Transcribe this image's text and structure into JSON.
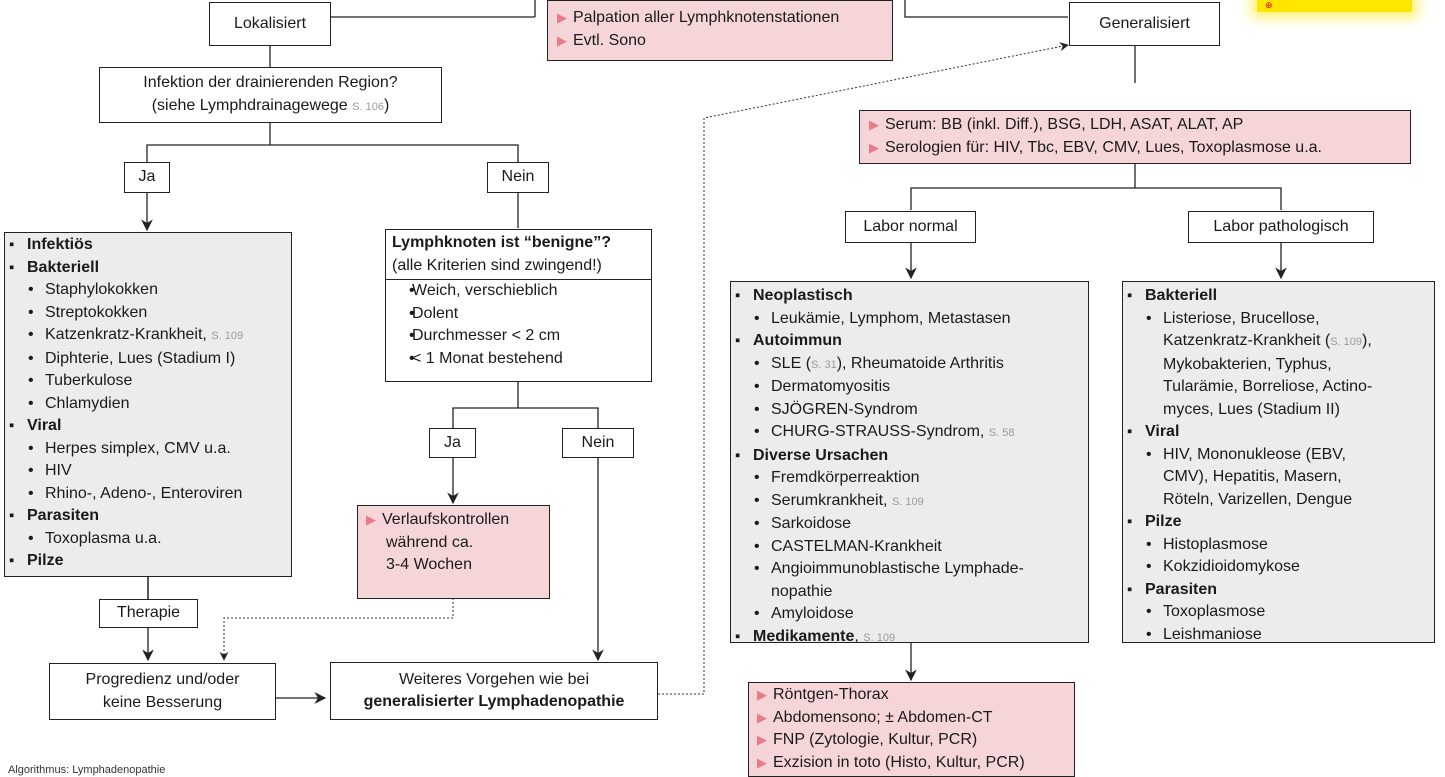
{
  "title_caption": "Algorithmus: Lymphadenopathie",
  "top": {
    "localized": "Lokalisiert",
    "generalized": "Generalisiert",
    "palpation": [
      "Palpation aller Lymphknotenstationen",
      "Evtl. Sono"
    ]
  },
  "left": {
    "question_line1": "Infektion der drainierenden Region?",
    "question_line2": "(siehe Lymphdrainagewege ",
    "question_ref": "S. 106",
    "question_end": ")",
    "ja": "Ja",
    "nein": "Nein",
    "infekt": {
      "h_infektioes": "Infektiös",
      "h_bakteriell": "Bakteriell",
      "bakt": [
        "Staphylokokken",
        "Streptokokken",
        "Katzenkratz-Krankheit, ",
        "Diphterie, Lues (Stadium I)",
        "Tuberkulose",
        "Chlamydien"
      ],
      "bakt_ref": "S. 109",
      "h_viral": "Viral",
      "viral": [
        "Herpes simplex, CMV u.a.",
        "HIV",
        "Rhino-, Adeno-, Enteroviren"
      ],
      "h_parasiten": "Parasiten",
      "parasiten": [
        "Toxoplasma u.a."
      ],
      "h_pilze": "Pilze"
    },
    "benigne": {
      "title": "Lymphknoten ist “benigne”?",
      "subtitle": "(alle Kriterien sind zwingend!)",
      "criteria": [
        "Weich, verschieblich",
        "Dolent",
        "Durchmesser < 2 cm",
        "< 1 Monat bestehend"
      ]
    },
    "ja2": "Ja",
    "nein2": "Nein",
    "verlauf": [
      "Verlaufskontrollen",
      "während ca.",
      "3-4 Wochen"
    ],
    "therapie": "Therapie",
    "progredienz": [
      "Progredienz und/oder",
      "keine Besserung"
    ],
    "weiteres_line1": "Weiteres Vorgehen wie bei",
    "weiteres_line2": "generalisierter Lymphadenopathie"
  },
  "right": {
    "serum": [
      "Serum: BB (inkl. Diff.), BSG, LDH, ASAT, ALAT, AP",
      "Serologien für: HIV, Tbc, EBV, CMV, Lues, Toxoplasmose u.a."
    ],
    "labor_normal": "Labor normal",
    "labor_patho": "Labor pathologisch",
    "normal": {
      "h_neo": "Neoplastisch",
      "neo": [
        "Leukämie, Lymphom, Metastasen"
      ],
      "h_auto": "Autoimmun",
      "auto_sle": "SLE (",
      "auto_sle_ref": "S. 31",
      "auto_sle_end": "), Rheumatoide Arthritis",
      "auto": [
        "Dermatomyositis",
        "SJÖGREN-Syndrom"
      ],
      "auto_churg": "CHURG-STRAUSS-Syndrom, ",
      "auto_churg_ref": "S. 58",
      "h_diverse": "Diverse Ursachen",
      "diverse1": [
        "Fremdkörperreaktion"
      ],
      "serum_k": "Serumkrankheit, ",
      "serum_k_ref": "S. 109",
      "diverse2": [
        "Sarkoidose",
        "CASTELMAN-Krankheit"
      ],
      "angio1": "Angioimmunoblastische Lymphade-",
      "angio2": "nopathie",
      "amyloidose": "Amyloidose",
      "h_medi": "Medikamente",
      "medi_ref": "S. 109"
    },
    "patho": {
      "h_bakt": "Bakteriell",
      "bakt": [
        "Listeriose, Brucellose,",
        "Katzenkratz-Krankheit (",
        "Mykobakterien, Typhus,",
        "Tularämie, Borreliose, Actino-",
        "myces, Lues (Stadium II)"
      ],
      "bakt_ref": "S. 109",
      "bakt_end": "),",
      "h_viral": "Viral",
      "viral": [
        "HIV, Mononukleose (EBV,",
        "CMV), Hepatitis, Masern,",
        "Röteln, Varizellen, Dengue"
      ],
      "h_pilze": "Pilze",
      "pilze": [
        "Histoplasmose",
        "Kokzidioidomykose"
      ],
      "h_parasiten": "Parasiten",
      "parasiten": [
        "Toxoplasmose",
        "Leishmaniose"
      ]
    },
    "final": [
      "Röntgen-Thorax",
      "Abdomensono; ± Abdomen-CT",
      "FNP (Zytologie, Kultur, PCR)",
      "Exzision in toto (Histo, Kultur, PCR)"
    ]
  }
}
